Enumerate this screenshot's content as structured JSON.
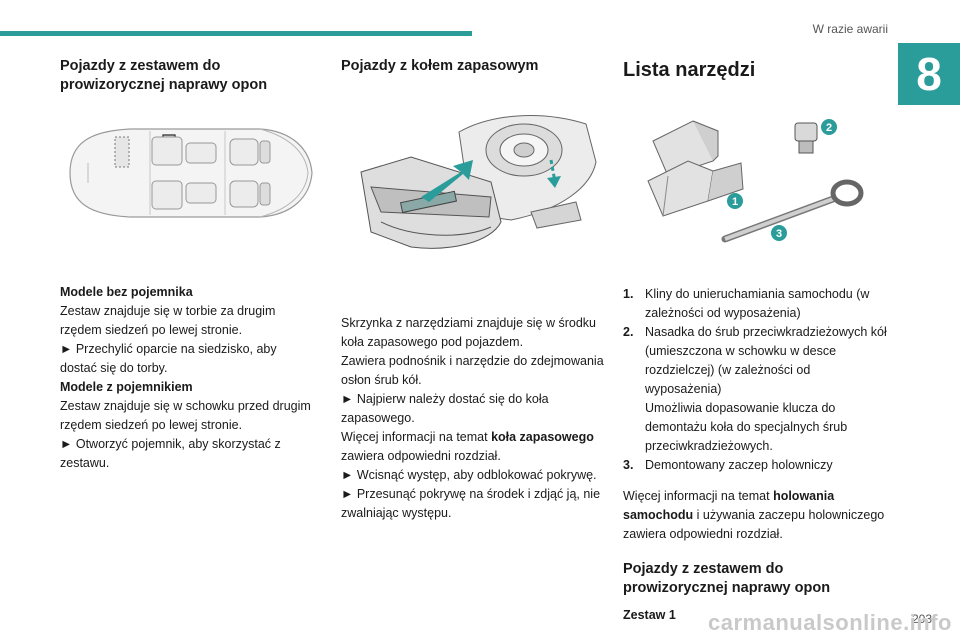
{
  "header": {
    "section": "W razie awarii",
    "chapter": "8"
  },
  "col1": {
    "heading": "Pojazdy z zestawem do prowizorycznej naprawy opon",
    "sub1": "Modele bez pojemnika",
    "p1": "Zestaw znajduje się w torbie za drugim rzędem siedzeń po lewej stronie.",
    "p2": "► Przechylić oparcie na siedzisko, aby dostać się do torby.",
    "sub2": "Modele z pojemnikiem",
    "p3": "Zestaw znajduje się w schowku przed drugim rzędem siedzeń po lewej stronie.",
    "p4": "► Otworzyć pojemnik, aby skorzystać z zestawu."
  },
  "col2": {
    "heading": "Pojazdy z kołem zapasowym",
    "p1": "Skrzynka z narzędziami znajduje się w środku koła zapasowego pod pojazdem.",
    "p2": "Zawiera podnośnik i narzędzie do zdejmowania osłon śrub kół.",
    "p3": "► Najpierw należy dostać się do koła zapasowego.",
    "p4a": "Więcej informacji na temat ",
    "p4b": "koła zapasowego",
    "p4c": " zawiera odpowiedni rozdział.",
    "p5": "► Wcisnąć występ, aby odblokować pokrywę.",
    "p6": "► Przesunąć pokrywę na środek i zdjąć ją, nie zwalniając występu."
  },
  "col3": {
    "heading": "Lista narzędzi",
    "items": [
      {
        "num": "1.",
        "text": "Kliny do unieruchamiania samochodu (w zależności od wyposażenia)"
      },
      {
        "num": "2.",
        "text": "Nasadka do śrub przeciwkradzieżowych kół (umieszczona w schowku w desce rozdzielczej) (w zależności od wyposażenia)"
      },
      {
        "num": "",
        "text": "Umożliwia dopasowanie klucza do demontażu koła do specjalnych śrub przeciwkradzieżowych."
      },
      {
        "num": "3.",
        "text": "Demontowany zaczep holowniczy"
      }
    ],
    "p1a": "Więcej informacji na temat ",
    "p1b": "holowania samochodu",
    "p1c": " i używania zaczepu holowniczego zawiera odpowiedni rozdział.",
    "heading2": "Pojazdy z zestawem do prowizorycznej naprawy opon",
    "sub": "Zestaw 1",
    "callouts": [
      "1",
      "2",
      "3"
    ]
  },
  "footer": {
    "page": "203",
    "watermark": "carmanualsonline.info"
  }
}
